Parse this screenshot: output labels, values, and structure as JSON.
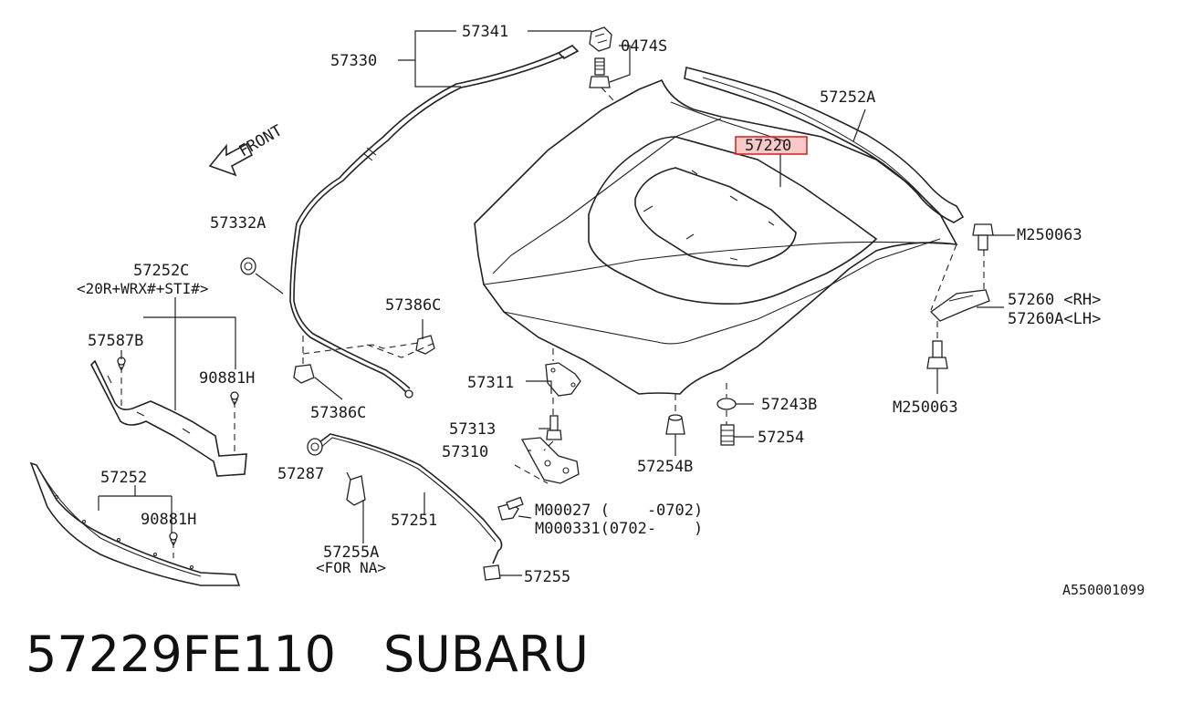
{
  "highlight": {
    "part_number": "57220",
    "color": "#d42b2b"
  },
  "labels": {
    "p57341": "57341",
    "p57330": "57330",
    "p0474S": "0474S",
    "p57252A": "57252A",
    "p57220": "57220",
    "front": "FRONT",
    "p57332A": "57332A",
    "p57252C": "57252C",
    "p57252C_note": "<20R+WRX#+STI#>",
    "p57386C_top": "57386C",
    "p57587B": "57587B",
    "p90881H_top": "90881H",
    "p57386C_bot": "57386C",
    "p57311": "57311",
    "pM250063_top": "M250063",
    "p57260": "57260 <RH>",
    "p57260A": "57260A<LH>",
    "pM250063_bot": "M250063",
    "p57243B": "57243B",
    "p57254": "57254",
    "p57313": "57313",
    "p57310": "57310",
    "p57254B": "57254B",
    "p57252": "57252",
    "p90881H_bot": "90881H",
    "p57287": "57287",
    "p57251": "57251",
    "pM00027": "M00027 (    -0702)",
    "pM000331": "M000331(0702-    )",
    "p57255A": "57255A",
    "p57255A_note": "<FOR NA>",
    "p57255": "57255",
    "ref_code": "A550001099"
  },
  "footer": {
    "part_number": "57229FE110",
    "brand": "SUBARU"
  }
}
